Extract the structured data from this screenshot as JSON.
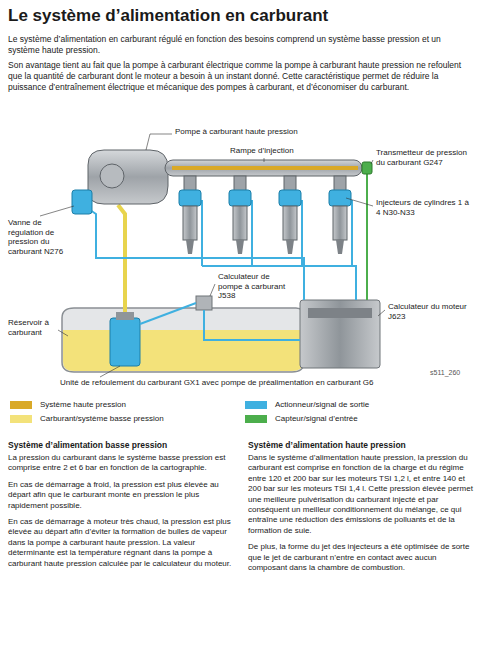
{
  "diagram": {
    "title": "Le système d’alimentation en carburant",
    "labels": [
      "Le système d’alimentation en carburant régulé en fonction des besoins comprend un système basse pression et un système haute pression.",
      "Son avantage tient au fait que la pompe à carburant électrique comme la pompe à carburant haute pression ne refoulent que la quantité de carburant dont le moteur a besoin à un instant donné. Cette caractéristique permet de réduire la puissance d’entraînement électrique et mécanique des pompes à carburant, et d’économiser du carburant.",
      "Pompe à carburant haute pression",
      "Rampe d’injection",
      "Transmetteur de pression du carburant G247",
      "Injecteurs de cylindres 1 à 4 N30-N33",
      "Vanne de régulation de pression du carburant N276",
      "Calculateur de pompe à carburant J538",
      "Calculateur du moteur J623",
      "Réservoir à carburant",
      "Unité de refoulement du carburant GX1 avec pompe de préalimentation en carburant G6",
      "s511_260",
      "Système d’alimentation basse pression",
      "La pression du carburant dans le système basse pression est comprise entre 2 et 6 bar en fonction de la cartographie.",
      "En cas de démarrage à froid, la pression est plus élevée au départ afin que le carburant monte en pression le plus rapidement possible.",
      "En cas de démarrage à moteur très chaud, la pression est plus élevée au départ afin d’éviter la formation de bulles de vapeur dans la pompe à carburant haute pression. La valeur déterminante est la température régnant dans la pompe à carburant haute pression calculée par le calculateur du moteur.",
      "Système d’alimentation haute pression",
      "Dans le système d’alimentation haute pression, la pression du carburant est comprise en fonction de la charge et du régime entre 120 et 200 bar sur les moteurs TSI 1,2 l, et entre 140 et 200 bar sur les moteurs TSI 1,4 l. Cette pression élevée permet une meilleure pulvérisation du carburant injecté et par conséquent un meilleur conditionnement du mélange, ce qui entraîne une réduction des émissions de polluants et de la formation de suie.",
      "De plus, la forme du jet des injecteurs a été optimisée de sorte que le jet de carburant n’entre en contact avec aucun composant dans la chambre de combustion."
    ],
    "legend": [
      {
        "text": "Système haute pression",
        "color": "#d9a928"
      },
      {
        "text": "Carburant/système basse pression",
        "color": "#f3e27a"
      },
      {
        "text": "Actionneur/signal de sortie",
        "color": "#3fb0e0"
      },
      {
        "text": "Capteur/signal d’entrée",
        "color": "#4cae4c"
      }
    ]
  }
}
